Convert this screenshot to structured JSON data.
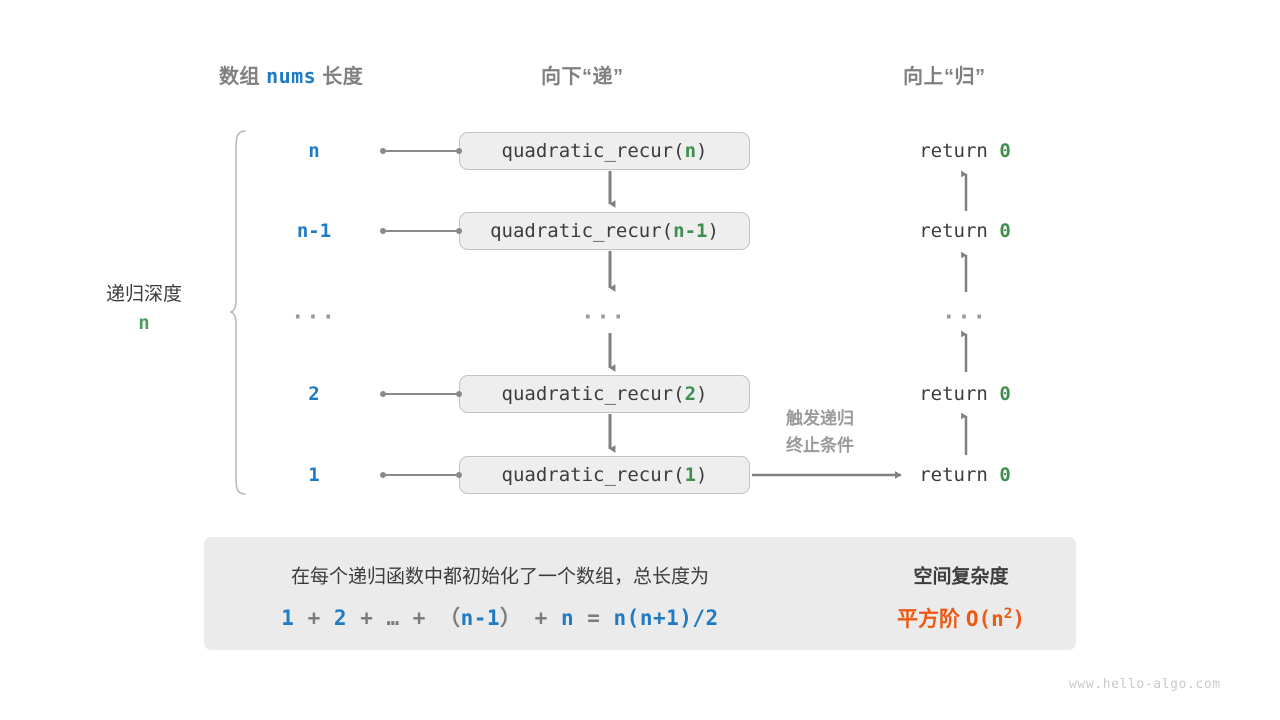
{
  "headers": {
    "left_prefix": "数组",
    "left_mono": "nums",
    "left_suffix": "长度",
    "middle": "向下“递”",
    "right": "向上“归”"
  },
  "depth": {
    "label": "递归深度",
    "value": "n"
  },
  "rows": [
    {
      "size": "n",
      "call_prefix": "quadratic_recur(",
      "call_arg": "n",
      "call_suffix": ")",
      "ret_text": "return ",
      "ret_value": "0"
    },
    {
      "size": "n-1",
      "call_prefix": "quadratic_recur(",
      "call_arg": "n-1",
      "call_suffix": ")",
      "ret_text": "return ",
      "ret_value": "0"
    },
    {
      "size": "...",
      "call_prefix": "...",
      "call_arg": "",
      "call_suffix": "",
      "ret_text": "...",
      "ret_value": ""
    },
    {
      "size": "2",
      "call_prefix": "quadratic_recur(",
      "call_arg": "2",
      "call_suffix": ")",
      "ret_text": "return ",
      "ret_value": "0"
    },
    {
      "size": "1",
      "call_prefix": "quadratic_recur(",
      "call_arg": "1",
      "call_suffix": ")",
      "ret_text": "return ",
      "ret_value": "0"
    }
  ],
  "base_case_note": {
    "line1": "触发递归",
    "line2": "终止条件"
  },
  "summary": {
    "description": "在每个递归函数中都初始化了一个数组，总长度为",
    "formula": {
      "t1": "1",
      "op1": " + ",
      "t2": "2",
      "op2": " + … + （",
      "t3": "n-1",
      "op3": "） + ",
      "t4": "n",
      "op4": " = ",
      "t5": "n(n+1)/2"
    },
    "result_title": "空间复杂度",
    "result_prefix": "平方阶",
    "result_value_base": "O(n",
    "result_value_exp": "2",
    "result_value_close": ")",
    "arrow_icon": "right-arrow-icon"
  },
  "watermark": "www.hello-algo.com",
  "colors": {
    "blue": "#1f7bc4",
    "green": "#3e8e4f",
    "orange": "#ec5a13",
    "gray_text": "#3c3c3c",
    "gray_muted": "#9a9a9a",
    "box_fill": "#efeeee",
    "box_border": "#c3c3c3",
    "panel_fill": "#ebebeb"
  }
}
